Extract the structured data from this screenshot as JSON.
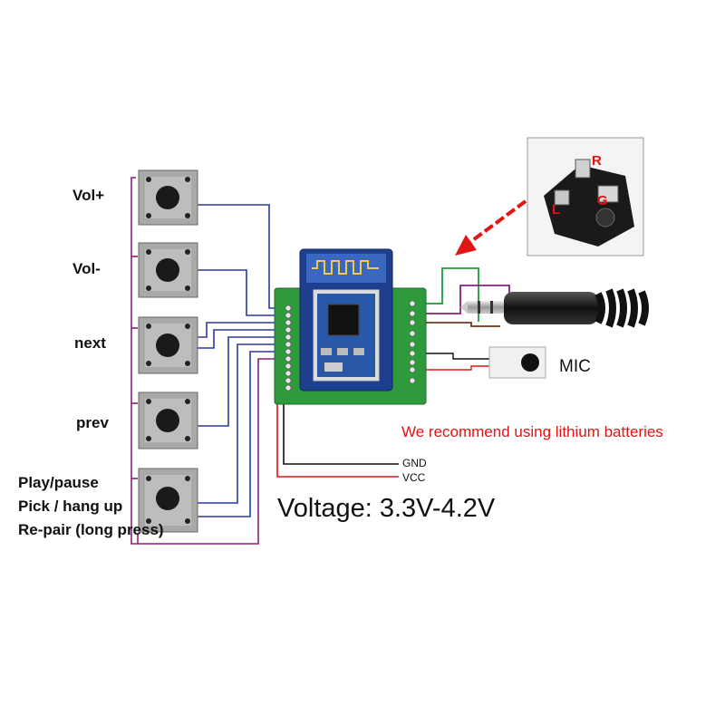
{
  "buttons": [
    {
      "label": "Vol+"
    },
    {
      "label": "Vol-"
    },
    {
      "label": "next"
    },
    {
      "label": "prev"
    },
    {
      "label": "Play/pause"
    }
  ],
  "extra_button_labels": [
    "Pick / hang up",
    "Re-pair (long press)"
  ],
  "mic_label": "MIC",
  "recommendation": "We recommend using lithium batteries",
  "gnd_label": "GND",
  "vcc_label": "VCC",
  "voltage": "Voltage: 3.3V-4.2V",
  "jack_labels": {
    "r": "R",
    "l": "L",
    "g": "G"
  },
  "colors": {
    "wire_blue": "#2a3aa0",
    "wire_purple": "#8a1f7a",
    "wire_red": "#e01515",
    "wire_green": "#1e9a3a",
    "pcb_green": "#2f9a3c",
    "module_blue": "#1d3f8e"
  }
}
